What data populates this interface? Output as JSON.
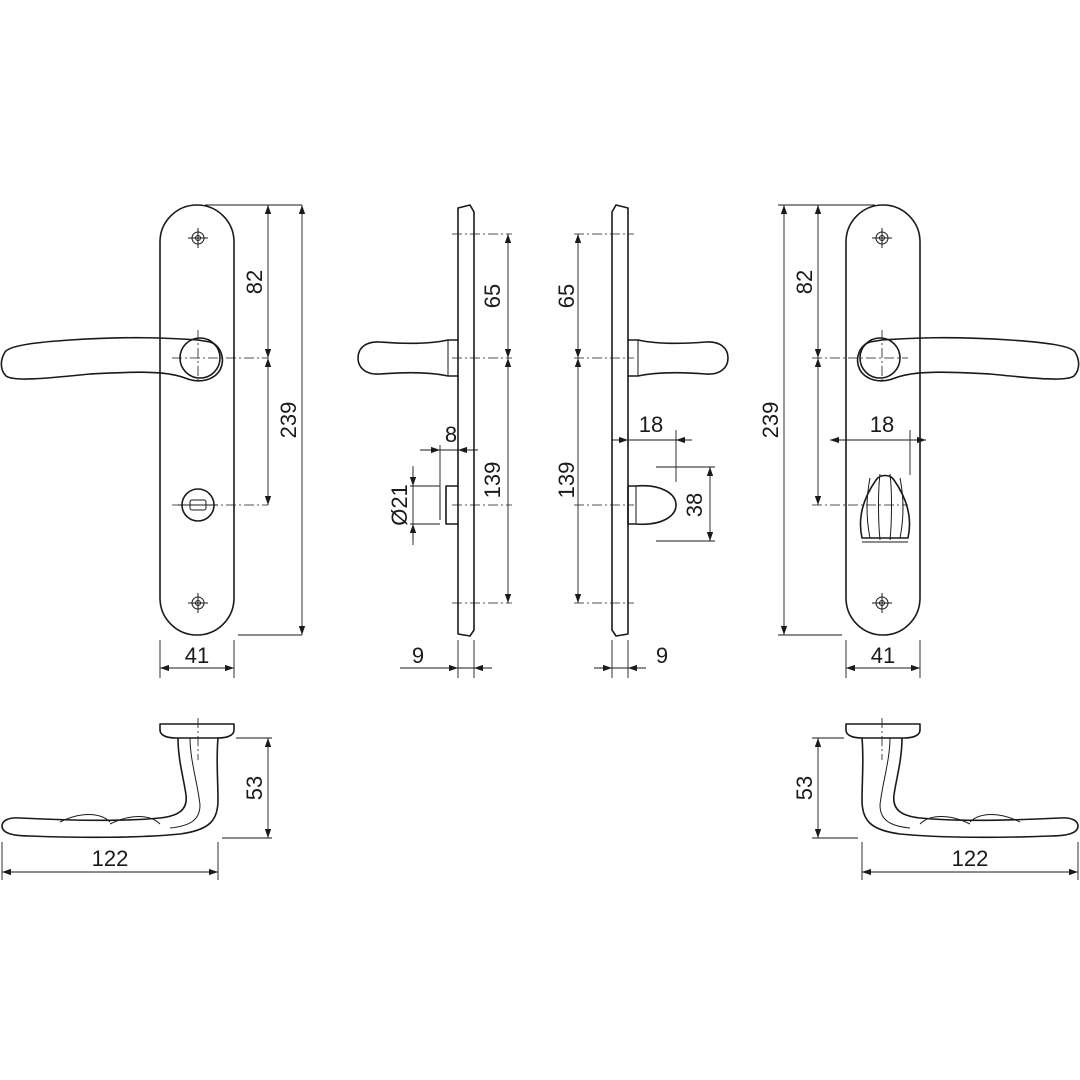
{
  "dimensions": {
    "front_left": {
      "top_to_spindle": "82",
      "overall_height": "239",
      "spindle_to_lock": "",
      "width": "41"
    },
    "side_left": {
      "rose_offset": "8",
      "rose_diameter": "Ø21",
      "top_to_spindle": "65",
      "spindle_to_lock": "139",
      "thickness": "9"
    },
    "side_right": {
      "top_to_spindle": "65",
      "spindle_to_lock": "139",
      "turn_width": "18",
      "turn_height": "38",
      "thickness": "9"
    },
    "front_right": {
      "top_to_spindle": "82",
      "overall_height": "239",
      "turn_width": "18",
      "width": "41"
    },
    "lever_left": {
      "projection": "53",
      "length": "122"
    },
    "lever_right": {
      "projection": "53",
      "length": "122"
    }
  },
  "style": {
    "line_color": "#1a1a1a",
    "background": "#ffffff"
  }
}
